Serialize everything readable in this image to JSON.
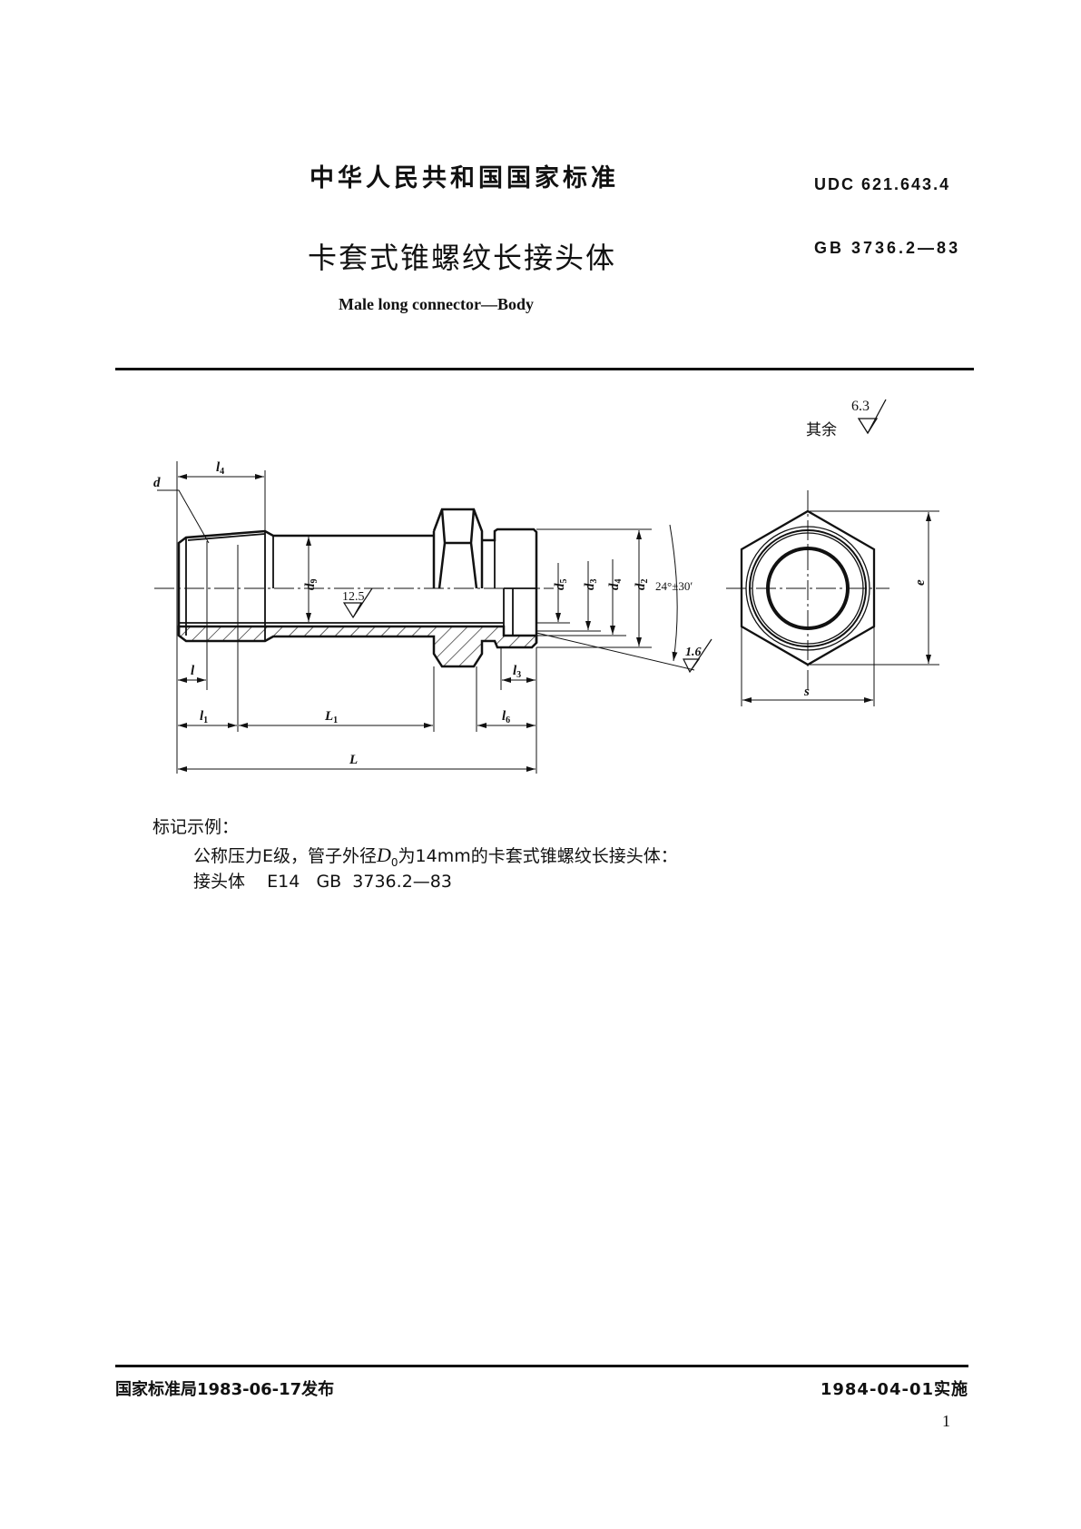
{
  "header": {
    "national_standard": "中华人民共和国国家标准",
    "udc": "UDC  621.643.4",
    "title_cn": "卡套式锥螺纹长接头体",
    "standard_no": "GB  3736.2—83",
    "title_en": "Male long connector—Body"
  },
  "drawing": {
    "roughness_other_label": "其余",
    "roughness_other_value": "6.3",
    "roughness_bore": "12.5",
    "roughness_cone": "1.6",
    "cone_angle": "24°±30′",
    "labels": {
      "d": {
        "main": "d",
        "sub": ""
      },
      "l4": {
        "main": "l",
        "sub": "4"
      },
      "l": {
        "main": "l",
        "sub": ""
      },
      "l1": {
        "main": "l",
        "sub": "1"
      },
      "L1": {
        "main": "L",
        "sub": "1"
      },
      "L": {
        "main": "L",
        "sub": ""
      },
      "l3": {
        "main": "l",
        "sub": "3"
      },
      "l6": {
        "main": "l",
        "sub": "6"
      },
      "d9": {
        "main": "d",
        "sub": "9"
      },
      "d5": {
        "main": "d",
        "sub": "5"
      },
      "d3": {
        "main": "d",
        "sub": "3"
      },
      "d4": {
        "main": "d",
        "sub": "4"
      },
      "d2": {
        "main": "d",
        "sub": "2"
      },
      "e": {
        "main": "e",
        "sub": ""
      },
      "s": {
        "main": "s",
        "sub": ""
      }
    }
  },
  "marking": {
    "heading": "标记示例：",
    "line1_a": "公称压力E级，管子外径",
    "line1_sym": "D",
    "line1_sub": "0",
    "line1_b": "为14mm的卡套式锥螺纹长接头体：",
    "line2": "接头体    E14   GB  3736.2—83"
  },
  "footer": {
    "issued": "国家标准局1983-06-17发布",
    "effective": "1984-04-01实施",
    "page_number": "1"
  }
}
